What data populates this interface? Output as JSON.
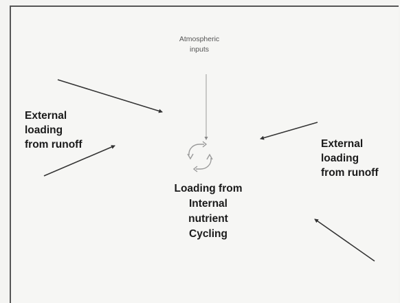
{
  "diagram": {
    "atmospheric_label": [
      "Atmospheric",
      "inputs"
    ],
    "left_label": [
      "External",
      "loading",
      "from runoff"
    ],
    "right_label": [
      "External",
      "loading",
      "from runoff"
    ],
    "center_label": [
      "Loading from",
      "Internal",
      "nutrient",
      "Cycling"
    ],
    "center_icon": "recycle-cycle-icon"
  }
}
